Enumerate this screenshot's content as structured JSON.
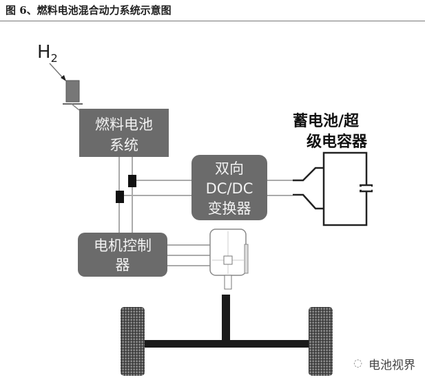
{
  "title": "图 6、燃料电池混合动力系统示意图",
  "diagram": {
    "h2_label": "H",
    "h2_subscript": "2",
    "fuel_cell": {
      "line1": "燃料电池",
      "line2": "系统"
    },
    "dcdc": {
      "line1": "双向",
      "line2": "DC/DC",
      "line3": "变换器"
    },
    "storage": {
      "line1": "蓄电池/超",
      "line2": "级电容器"
    },
    "motor_controller": {
      "line1": "电机控制",
      "line2": "器"
    }
  },
  "watermark": {
    "icon": "wechat-icon",
    "text": "电池视界"
  },
  "colors": {
    "box": "#6b6b6b",
    "line": "#aaaaaa",
    "black": "#111111"
  }
}
